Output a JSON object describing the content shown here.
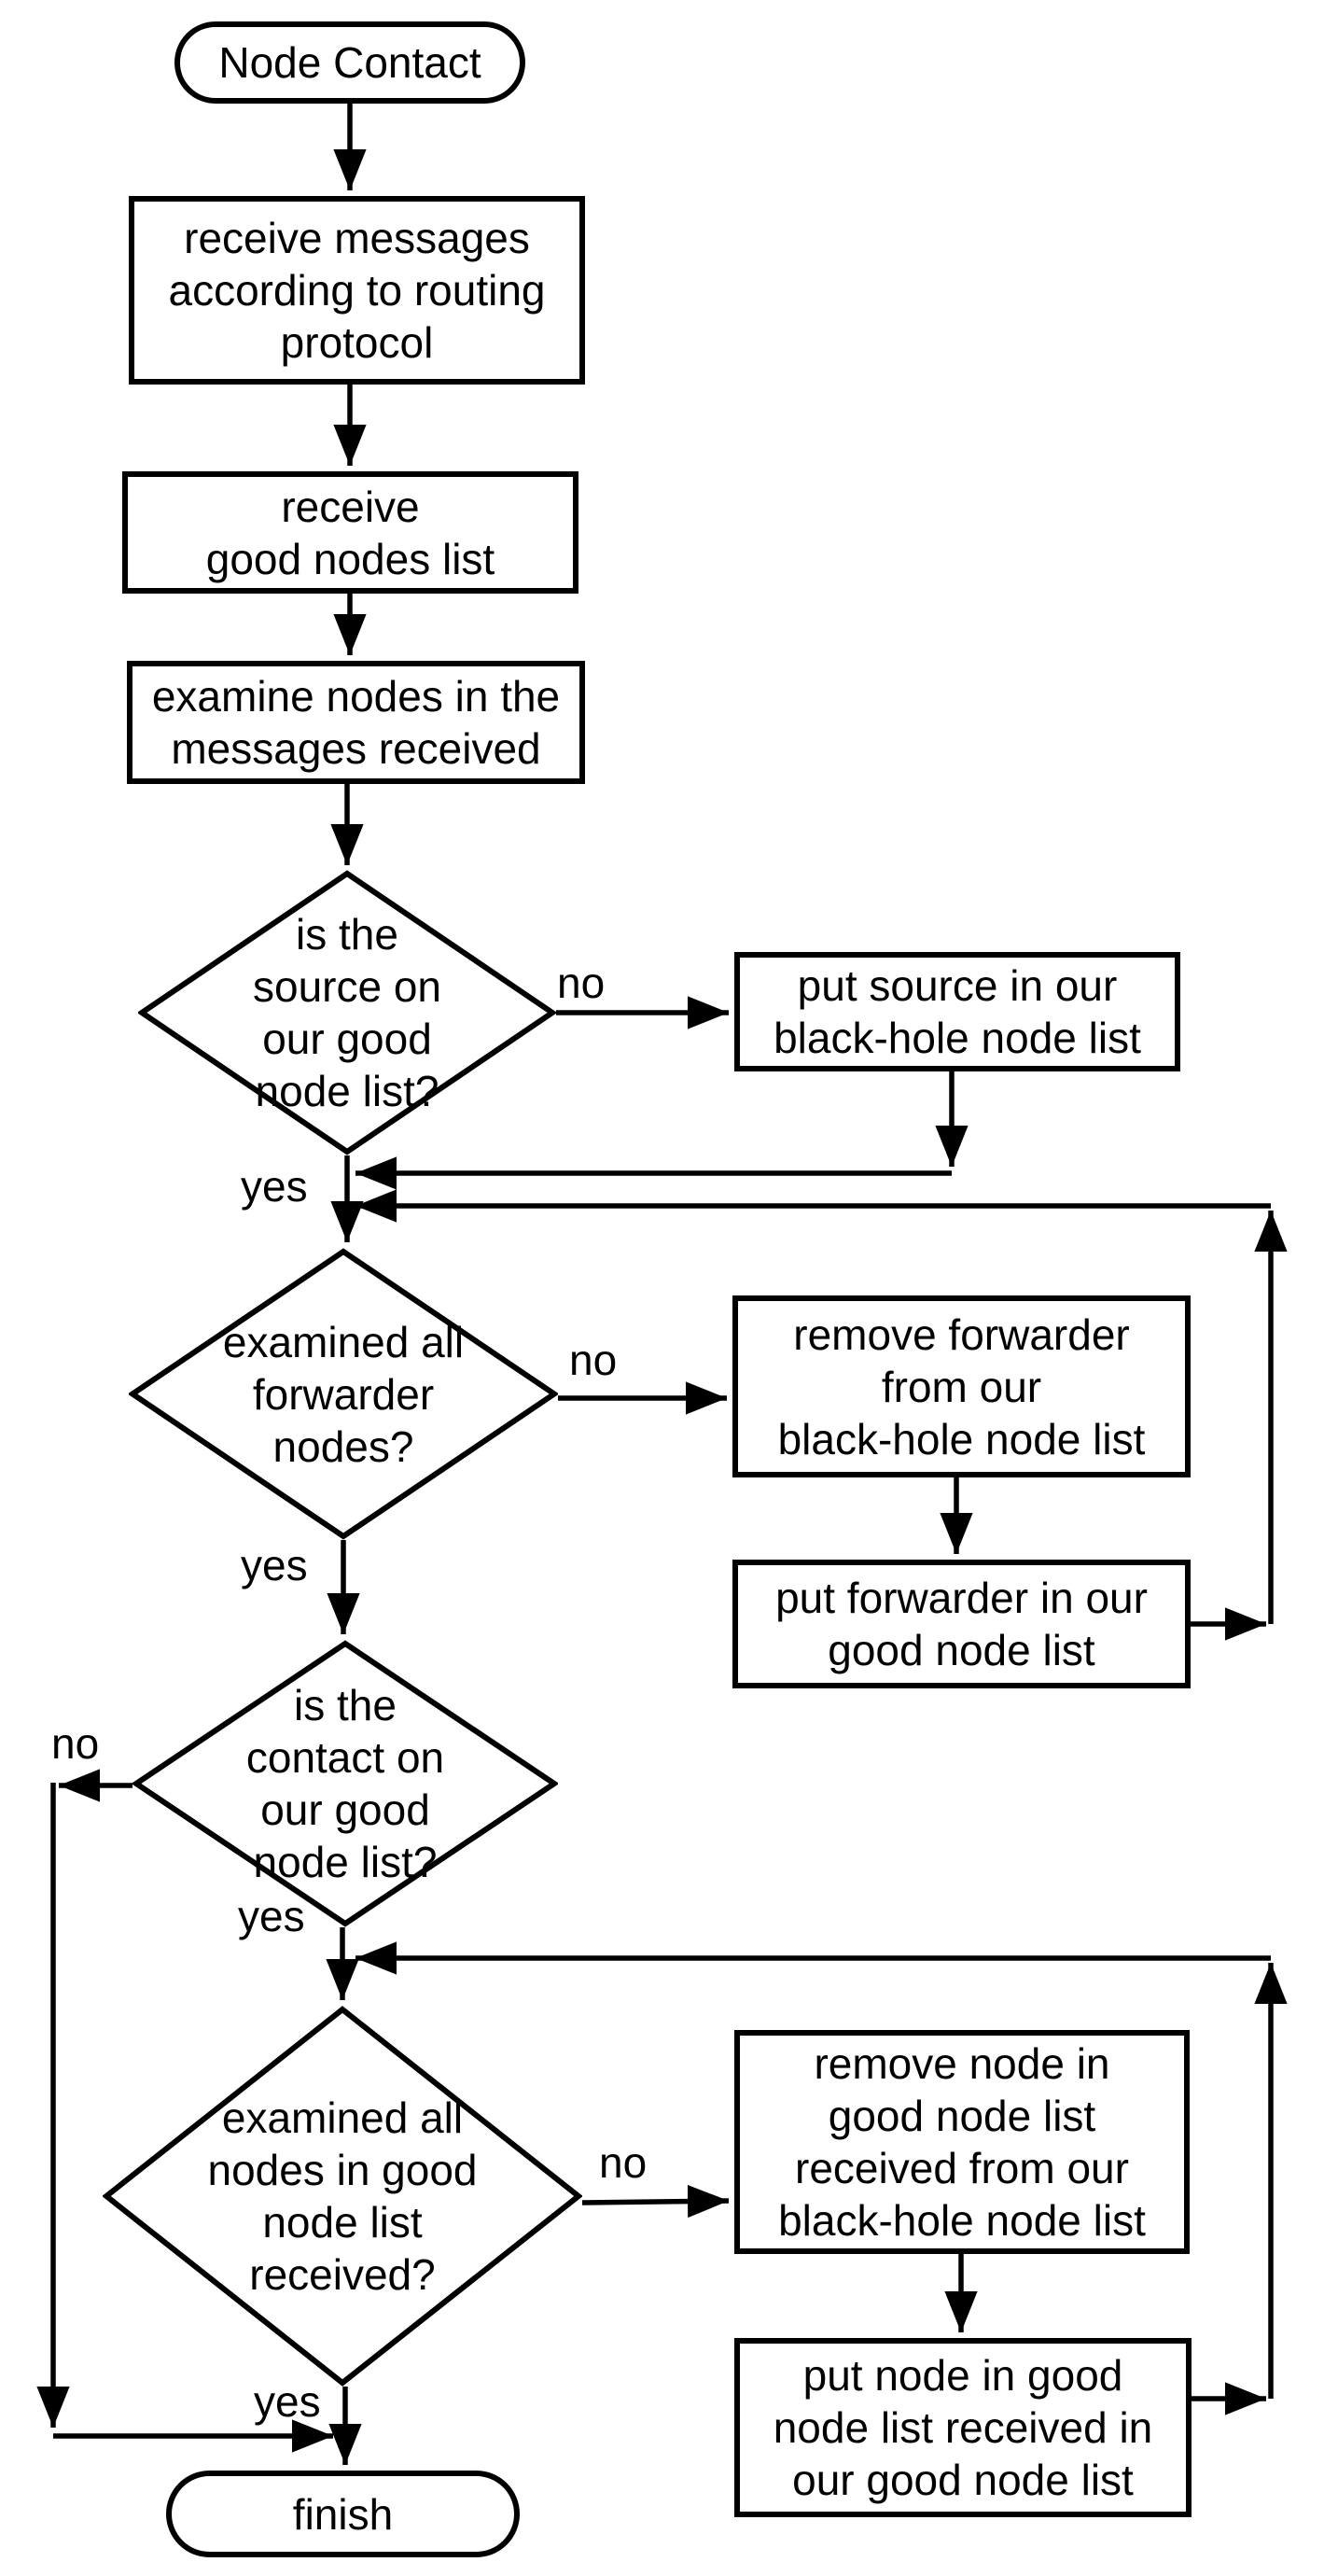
{
  "diagram": {
    "background_color": "#ffffff",
    "line_color": "#000000",
    "text_color": "#000000"
  },
  "nodes": {
    "start": {
      "type": "terminator",
      "label": "Node Contact"
    },
    "receive_messages": {
      "type": "process",
      "label": "receive messages\naccording to routing\nprotocol"
    },
    "receive_good_nodes": {
      "type": "process",
      "label": "receive\ngood nodes list"
    },
    "examine_nodes": {
      "type": "process",
      "label": "examine nodes in the\nmessages received"
    },
    "decision_source": {
      "type": "decision",
      "label": "is the\nsource on\nour good\nnode list?"
    },
    "put_source": {
      "type": "process",
      "label": "put source in our\nblack-hole node list"
    },
    "decision_forwarders": {
      "type": "decision",
      "label": "examined all\nforwarder\nnodes?"
    },
    "remove_forwarder": {
      "type": "process",
      "label": "remove forwarder\nfrom our\nblack-hole node list"
    },
    "put_forwarder": {
      "type": "process",
      "label": "put forwarder in our\ngood node list"
    },
    "decision_contact": {
      "type": "decision",
      "label": "is the\ncontact on\nour good\nnode list?"
    },
    "decision_nodes_received": {
      "type": "decision",
      "label": "examined all\nnodes in good\nnode list\nreceived?"
    },
    "remove_node": {
      "type": "process",
      "label": "remove node in\ngood node list\nreceived from our\nblack-hole node list"
    },
    "put_node": {
      "type": "process",
      "label": "put node in good\nnode list received in\nour good node list"
    },
    "finish": {
      "type": "terminator",
      "label": "finish"
    }
  },
  "edge_labels": {
    "source_no": "no",
    "source_yes": "yes",
    "forwarders_no": "no",
    "forwarders_yes": "yes",
    "contact_no": "no",
    "contact_yes": "yes",
    "nodes_received_no": "no",
    "nodes_received_yes": "yes"
  }
}
